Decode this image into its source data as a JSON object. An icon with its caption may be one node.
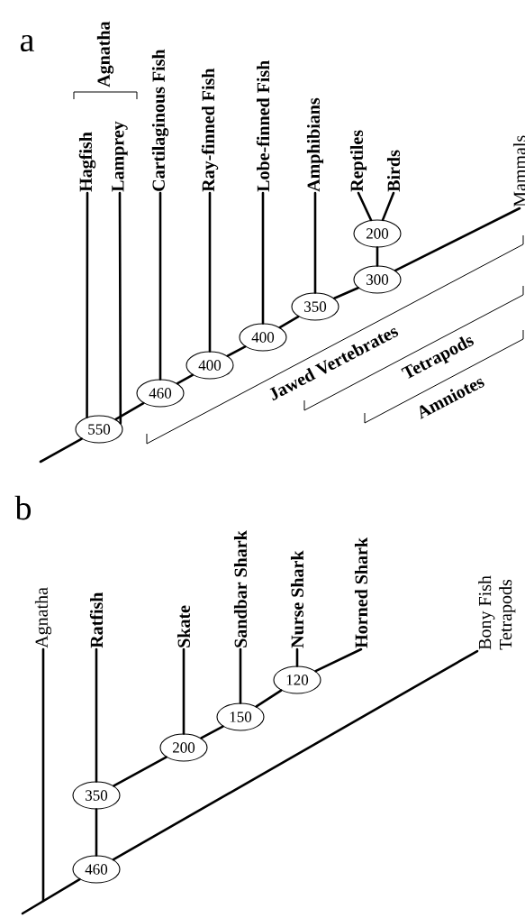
{
  "diagram": {
    "nodes": [
      {
        "text": [
          "Hagfish"
        ]
      },
      {
        "text": [
          "Lamprey"
        ]
      },
      {
        "text": [
          "Cartilaginous Fish"
        ]
      },
      {
        "text": [
          "Ray-finned Fish"
        ]
      },
      {
        "text": [
          "Lobe-finned Fish"
        ]
      },
      {
        "text": [
          "Amphibians"
        ]
      },
      {
        "text": [
          "Reptiles"
        ]
      },
      {
        "text": [
          "Birds"
        ]
      },
      {
        "text": [
          "Mammals"
        ]
      },
      {
        "text": [
          "200"
        ]
      },
      {
        "text": [
          "300"
        ]
      },
      {
        "text": [
          "350"
        ]
      },
      {
        "text": [
          "400"
        ]
      },
      {
        "text": [
          "400"
        ]
      },
      {
        "text": [
          "460"
        ]
      },
      {
        "text": [
          "550"
        ]
      },
      {
        "text": [
          "Agnatha"
        ]
      },
      {
        "text": [
          "Ratfish"
        ]
      },
      {
        "text": [
          "Skate"
        ]
      },
      {
        "text": [
          "Sandbar Shark"
        ]
      },
      {
        "text": [
          "Nurse Shark"
        ]
      },
      {
        "text": [
          "Horned Shark"
        ]
      },
      {
        "text": [
          "Bony Fish",
          "Tetrapods"
        ]
      },
      {
        "text": [
          "120"
        ]
      },
      {
        "text": [
          "150"
        ]
      },
      {
        "text": [
          "200"
        ]
      },
      {
        "text": [
          "350"
        ]
      },
      {
        "text": [
          "460"
        ]
      }
    ],
    "edges": [
      {
        "from": null,
        "to": 15,
        "arrow": "none"
      },
      {
        "from": 0,
        "to": 15,
        "arrow": "none"
      },
      {
        "from": 1,
        "to": 15,
        "arrow": "none"
      },
      {
        "from": 15,
        "to": 14,
        "arrow": "none"
      },
      {
        "from": 2,
        "to": 14,
        "arrow": "none"
      },
      {
        "from": 14,
        "to": 13,
        "arrow": "none"
      },
      {
        "from": 3,
        "to": 13,
        "arrow": "none"
      },
      {
        "from": 13,
        "to": 12,
        "arrow": "none"
      },
      {
        "from": 4,
        "to": 12,
        "arrow": "none"
      },
      {
        "from": 12,
        "to": 11,
        "arrow": "none"
      },
      {
        "from": 5,
        "to": 11,
        "arrow": "none"
      },
      {
        "from": 11,
        "to": 10,
        "arrow": "none"
      },
      {
        "from": 10,
        "to": 8,
        "arrow": "none"
      },
      {
        "from": 10,
        "to": 9,
        "arrow": "none"
      },
      {
        "from": 6,
        "to": 9,
        "arrow": "none"
      },
      {
        "from": 7,
        "to": 9,
        "arrow": "none"
      },
      {
        "from": 16,
        "to": null,
        "arrow": "none"
      },
      {
        "from": null,
        "to": 27,
        "arrow": "none"
      },
      {
        "from": 27,
        "to": 26,
        "arrow": "none"
      },
      {
        "from": 17,
        "to": 26,
        "arrow": "none"
      },
      {
        "from": 26,
        "to": 25,
        "arrow": "none"
      },
      {
        "from": 18,
        "to": 25,
        "arrow": "none"
      },
      {
        "from": 25,
        "to": 24,
        "arrow": "none"
      },
      {
        "from": 19,
        "to": 24,
        "arrow": "none"
      },
      {
        "from": 24,
        "to": 23,
        "arrow": "none"
      },
      {
        "from": 20,
        "to": 23,
        "arrow": "none"
      },
      {
        "from": 23,
        "to": 21,
        "arrow": "none"
      },
      {
        "from": 27,
        "to": 22,
        "arrow": "none"
      }
    ],
    "labels": [
      "a",
      "Agnatha",
      "Jawed Vertebrates",
      "Tetrapods",
      "Amniotes",
      "b"
    ]
  }
}
